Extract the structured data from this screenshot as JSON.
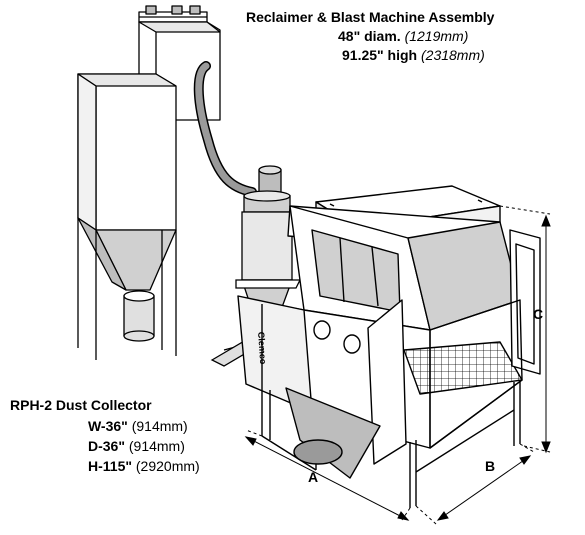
{
  "caption": {
    "title": "Reclaimer & Blast Machine Assembly",
    "diameter_value": "48\" diam.",
    "diameter_metric": "(1219mm)",
    "height_value": "91.25\" high",
    "height_metric": "(2318mm)"
  },
  "dust_collector": {
    "title": "RPH-2 Dust Collector",
    "width_value": "W-36\"",
    "width_metric": "(914mm)",
    "depth_value": "D-36\"",
    "depth_metric": "(914mm)",
    "height_value": "H-115\"",
    "height_metric": "(2920mm)"
  },
  "dimensions": {
    "a": "A",
    "b": "B",
    "c": "C"
  },
  "cabinet_side_text": "Clemco",
  "colors": {
    "line": "#000000",
    "fill_light": "#ffffff",
    "fill_shade": "#e8e8e8",
    "fill_dark": "#bdbdbd",
    "fill_mid": "#d0d0d0"
  }
}
